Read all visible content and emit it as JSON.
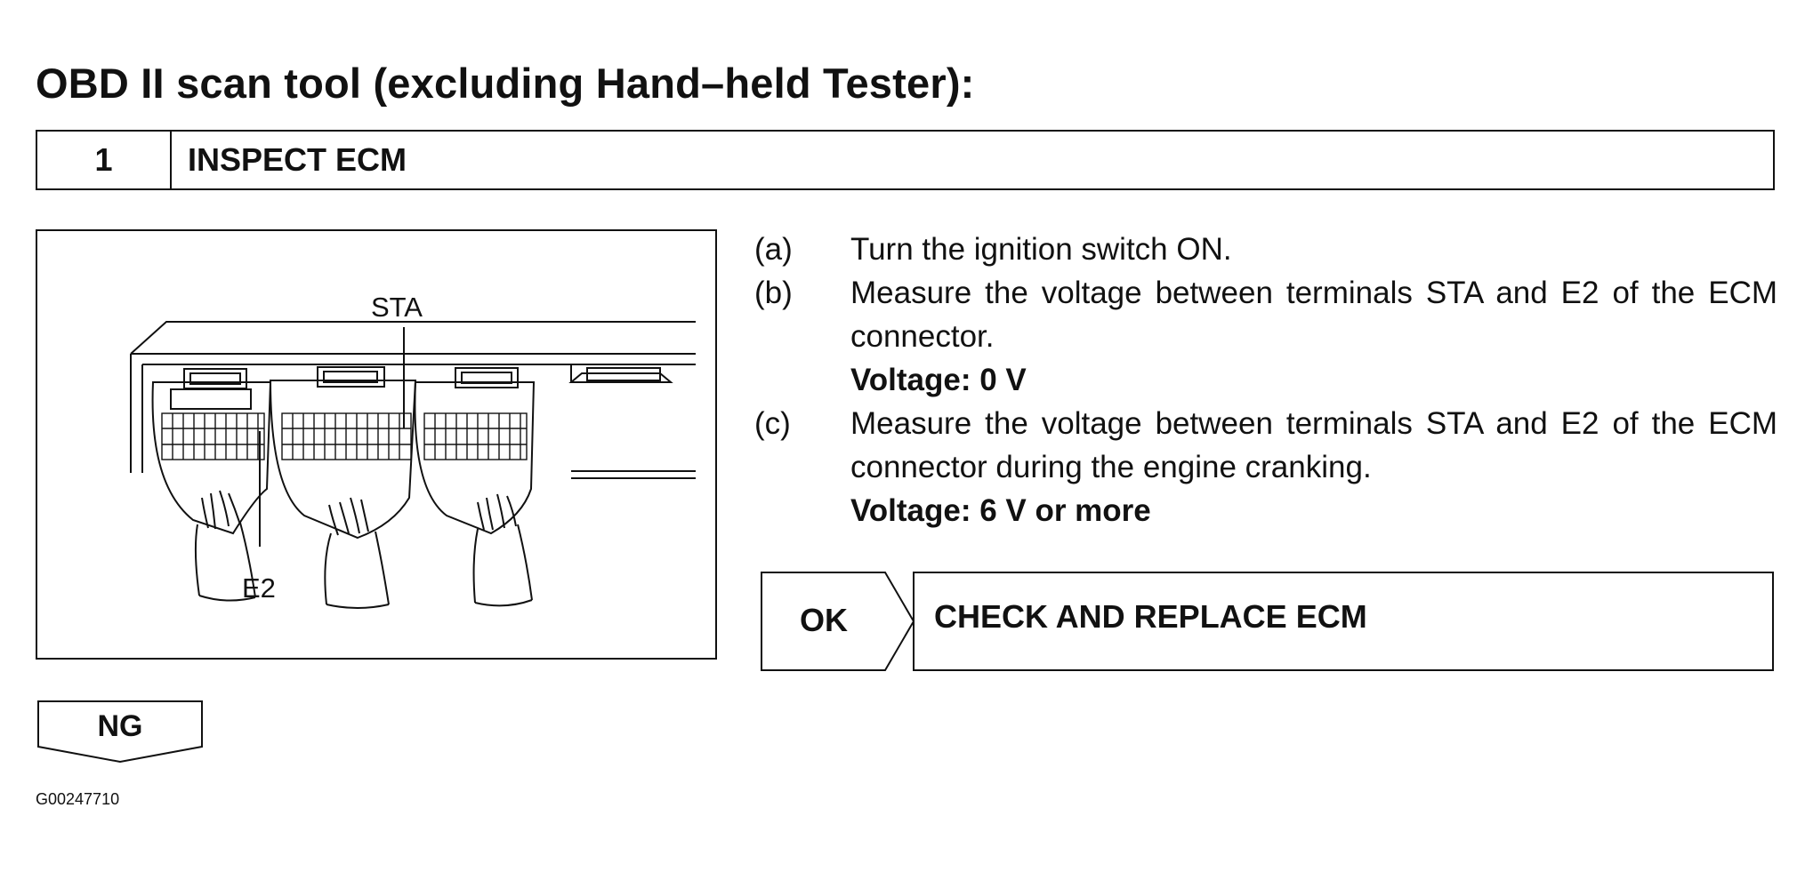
{
  "title": "OBD II scan tool (excluding Hand–held Tester):",
  "step": {
    "number": "1",
    "name": "INSPECT ECM"
  },
  "figure": {
    "label_sta": "STA",
    "label_e2": "E2",
    "code": "G00247710"
  },
  "instructions": [
    {
      "marker": "(a)",
      "text": "Turn the ignition switch ON.",
      "spec": ""
    },
    {
      "marker": "(b)",
      "text": "Measure the voltage between terminals STA and E2 of the ECM connector.",
      "spec": "Voltage: 0 V"
    },
    {
      "marker": "(c)",
      "text": "Measure the voltage between terminals STA and E2 of the ECM connector during the engine cranking.",
      "spec": "Voltage: 6 V or more"
    }
  ],
  "ok": {
    "label": "OK",
    "action": "CHECK AND REPLACE ECM"
  },
  "ng": {
    "label": "NG"
  }
}
